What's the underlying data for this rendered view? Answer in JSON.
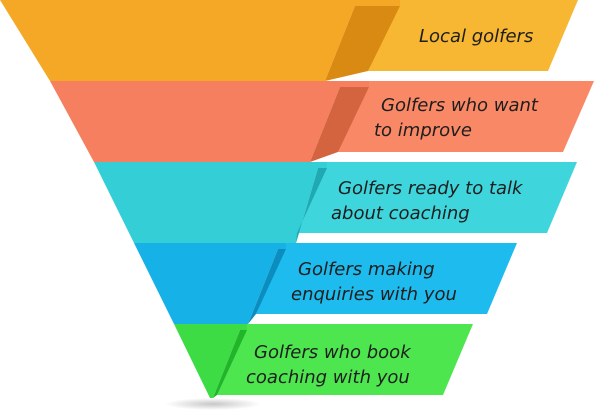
{
  "funnel": {
    "stages": [
      {
        "label_lines": [
          "Local golfers"
        ],
        "color": "#f5a825",
        "band_color": "#f7b733",
        "dark_color": "#d98a12"
      },
      {
        "label_lines": [
          "Golfers who want",
          "to improve"
        ],
        "color": "#f57f5e",
        "band_color": "#f88866",
        "dark_color": "#d4643f"
      },
      {
        "label_lines": [
          "Golfers ready to talk",
          "about coaching"
        ],
        "color": "#34cfd6",
        "band_color": "#3ed6dc",
        "dark_color": "#1fa9b3"
      },
      {
        "label_lines": [
          "Golfers making",
          "enquiries with you"
        ],
        "color": "#16b1e6",
        "band_color": "#1ebbee",
        "dark_color": "#0b8dc0"
      },
      {
        "label_lines": [
          "Golfers who book",
          "coaching with you"
        ],
        "color": "#3ddc44",
        "band_color": "#4de64f",
        "dark_color": "#22b52b"
      }
    ]
  }
}
